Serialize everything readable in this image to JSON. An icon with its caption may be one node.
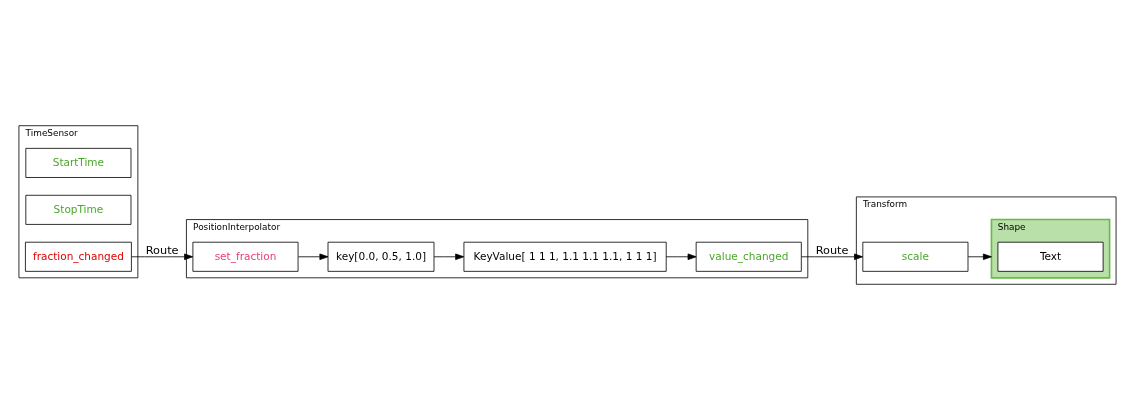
{
  "diagram": {
    "nodes": [
      {
        "text": [
          "TimeSensor"
        ]
      },
      {
        "text": [
          "StartTime"
        ],
        "in": 0
      },
      {
        "text": [
          "StopTime"
        ],
        "in": 0
      },
      {
        "text": [
          "fraction_changed"
        ],
        "in": 0
      },
      {
        "text": [
          "PositionInterpolator"
        ]
      },
      {
        "text": [
          "set_fraction"
        ],
        "in": 4
      },
      {
        "text": [
          "key[0.0, 0.5, 1.0]"
        ],
        "in": 4
      },
      {
        "text": [
          "KeyValue[ 1 1 1, 1.1 1.1 1.1, 1 1 1]"
        ],
        "in": 4
      },
      {
        "text": [
          "value_changed"
        ],
        "in": 4
      },
      {
        "text": [
          "Transform"
        ]
      },
      {
        "text": [
          "scale"
        ],
        "in": 9
      },
      {
        "text": [
          "Shape"
        ],
        "in": 9
      },
      {
        "text": [
          "Text"
        ],
        "in": 11
      }
    ],
    "edges": [
      {
        "from": 3,
        "to": 5,
        "arrow": "to",
        "label": "Route"
      },
      {
        "from": 5,
        "to": 6,
        "arrow": "to"
      },
      {
        "from": 6,
        "to": 7,
        "arrow": "to"
      },
      {
        "from": 7,
        "to": 8,
        "arrow": "to"
      },
      {
        "from": 8,
        "to": 10,
        "arrow": "to",
        "label": "Route"
      },
      {
        "from": 10,
        "to": 11,
        "arrow": "to"
      }
    ]
  }
}
